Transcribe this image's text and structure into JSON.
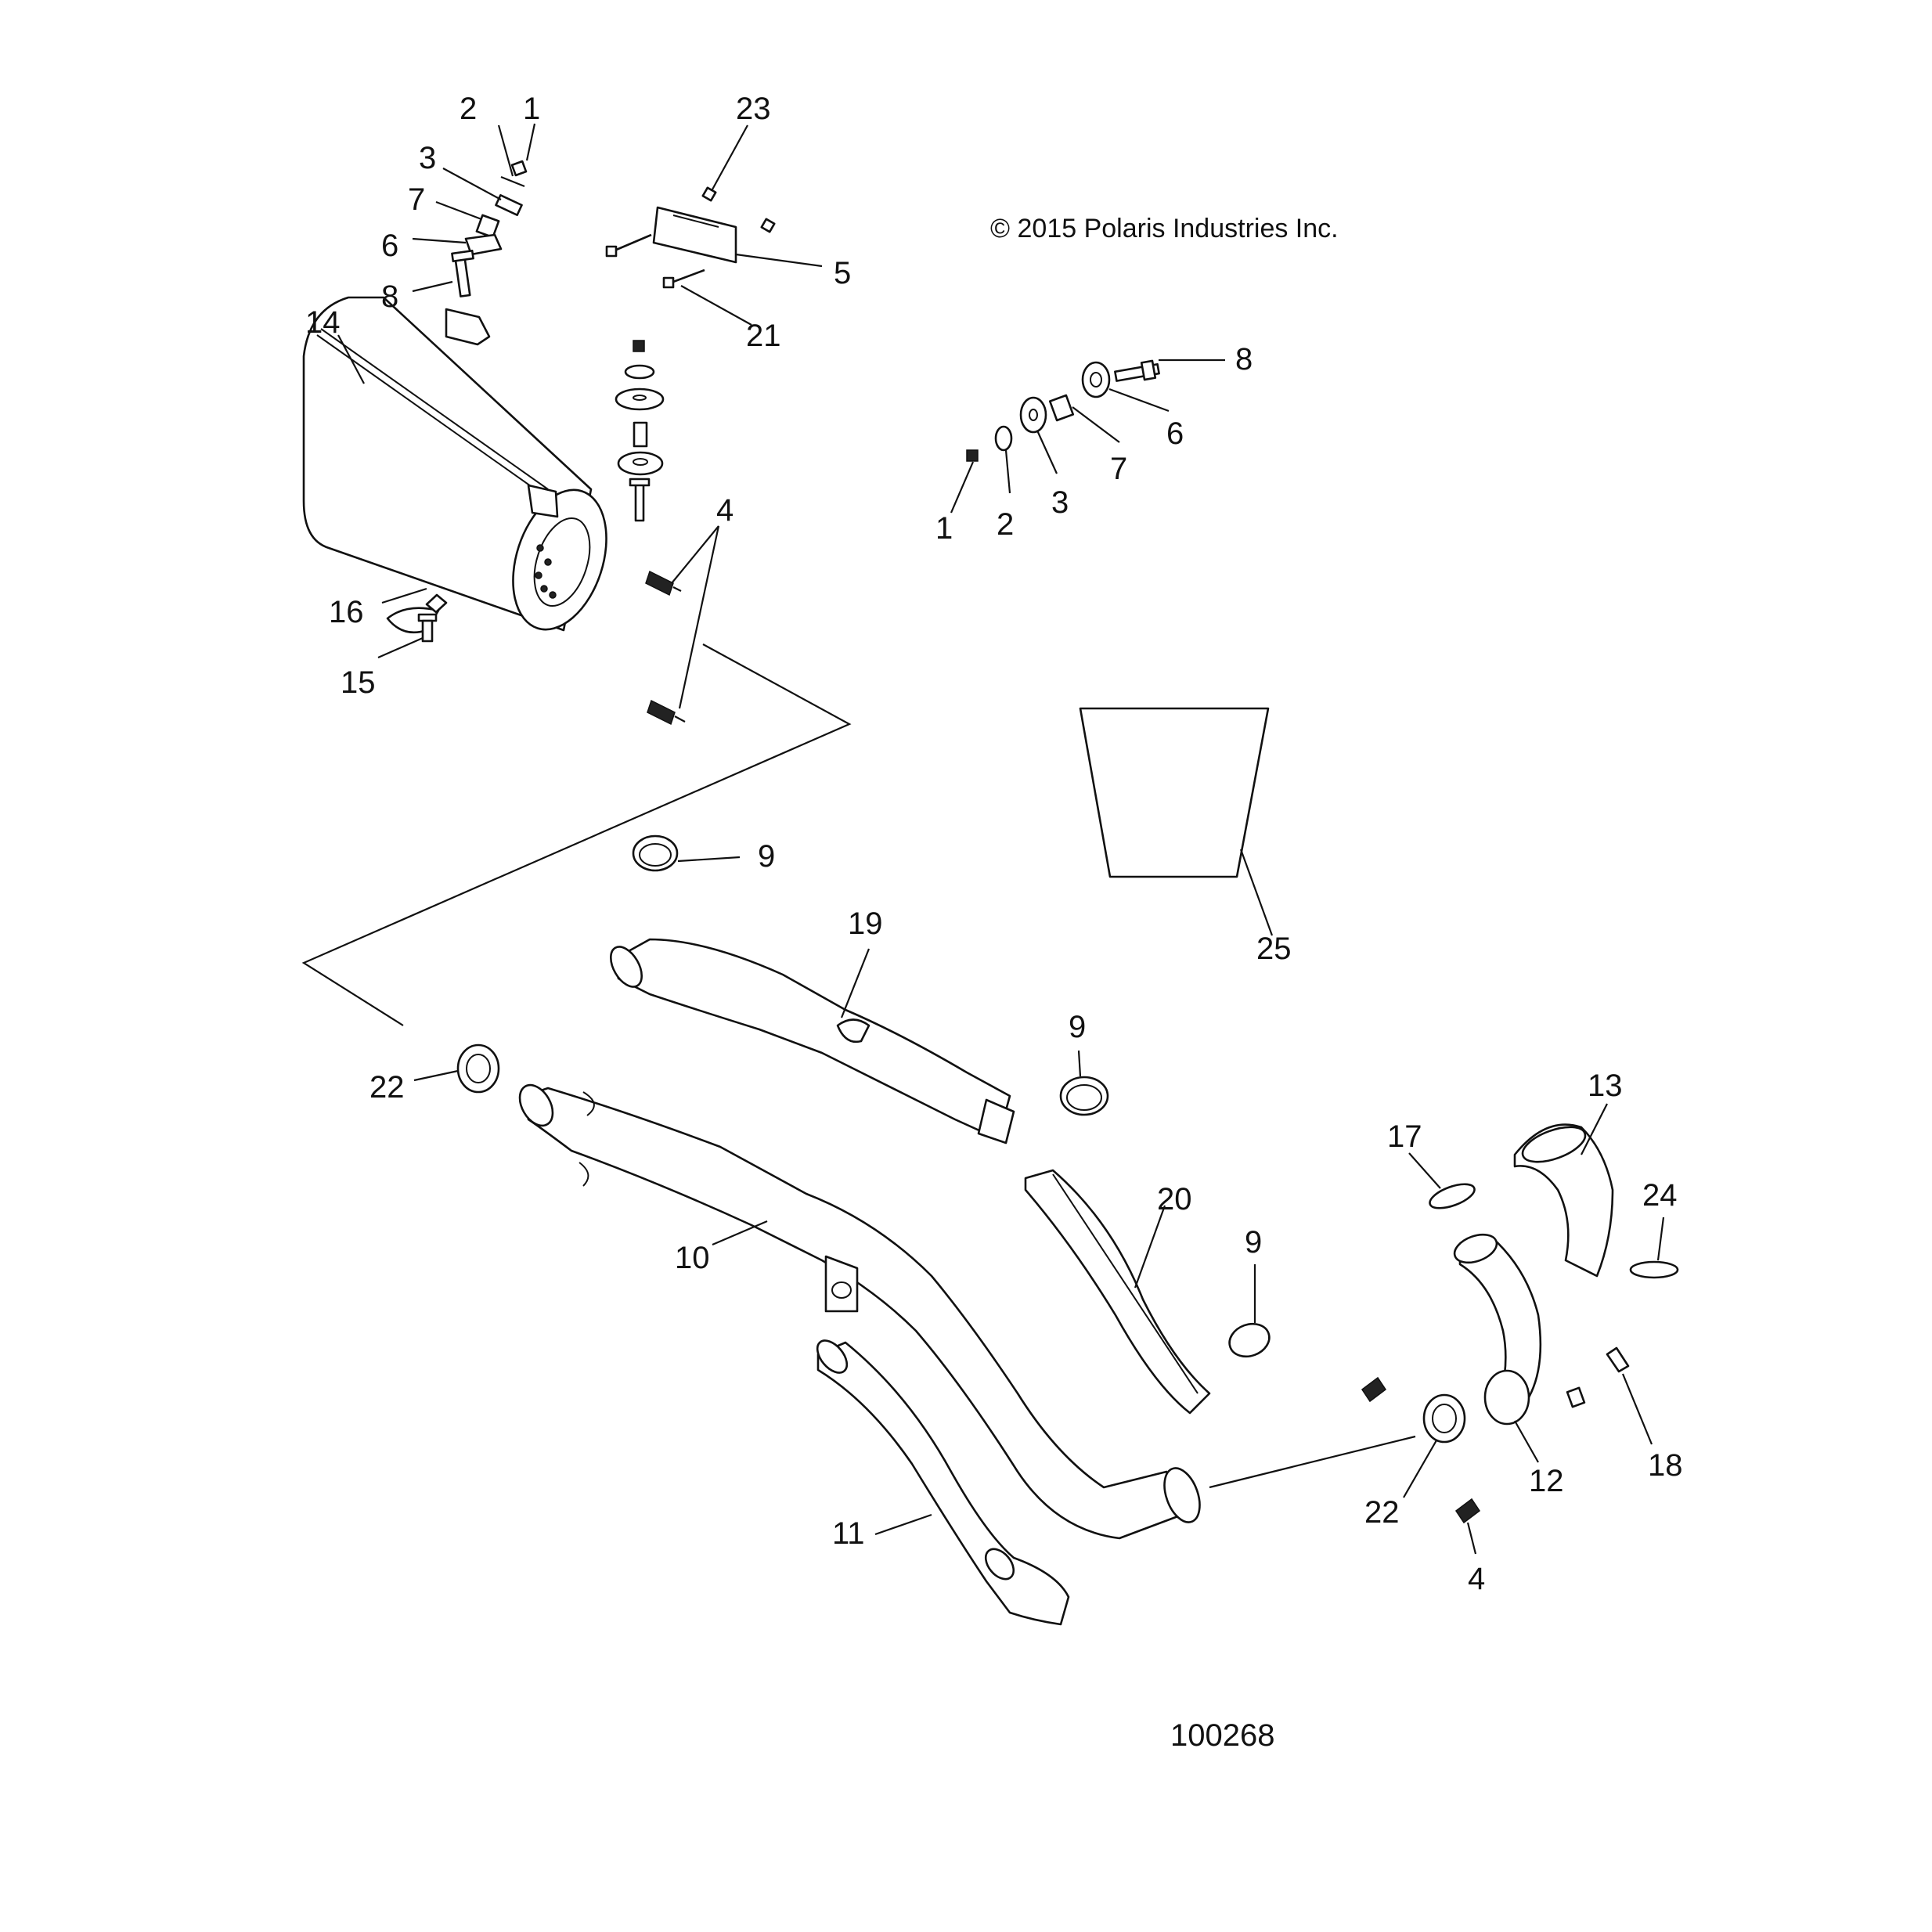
{
  "copyright": "© 2015 Polaris Industries Inc.",
  "figure_number": "100268",
  "callouts": {
    "c1a": "1",
    "c2a": "2",
    "c3a": "3",
    "c7a": "7",
    "c6a": "6",
    "c8a": "8",
    "c23": "23",
    "c5": "5",
    "c21": "21",
    "c14": "14",
    "c4a": "4",
    "c16": "16",
    "c15": "15",
    "c8b": "8",
    "c6b": "6",
    "c7b": "7",
    "c3b": "3",
    "c2b": "2",
    "c1b": "1",
    "c25": "25",
    "c9a": "9",
    "c19": "19",
    "c9b": "9",
    "c22a": "22",
    "c10": "10",
    "c20": "20",
    "c9c": "9",
    "c17": "17",
    "c13": "13",
    "c24": "24",
    "c11": "11",
    "c22b": "22",
    "c12": "12",
    "c18": "18",
    "c4b": "4"
  }
}
